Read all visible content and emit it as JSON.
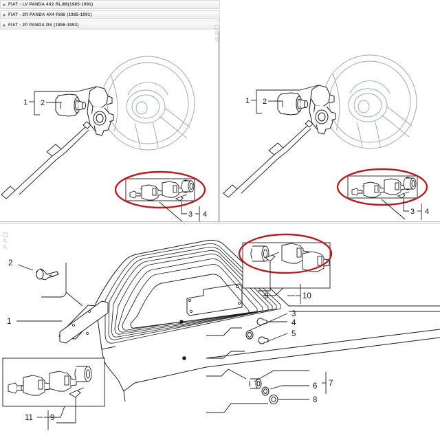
{
  "accordion": {
    "rows": [
      {
        "label": "FIAT - LV PANDA 4X2 RL/86(1985-1991)",
        "icon": "triangle-right-icon"
      },
      {
        "label": "FIAT - 2R PANDA 4X4 R/86 (1985-1991)",
        "icon": "triangle-right-icon"
      },
      {
        "label": "FIAT - 2P PANDA DS (1986-1993)",
        "icon": "triangle-right-icon"
      }
    ]
  },
  "zoom_tools": {
    "fullscreen": "fullscreen-icon",
    "zoom_in": "zoom-in-icon",
    "zoom_out": "zoom-out-icon"
  },
  "colors": {
    "line": "#1a1a1a",
    "ghost": "#97a2b2",
    "highlight": "#b01f24",
    "panel_border": "#b9b9b9",
    "header_text": "#3a3a3a"
  },
  "panels": {
    "top_left": {
      "title": "steering-column-lock-diagram",
      "callouts": [
        {
          "id": "tl-1",
          "text": "1"
        },
        {
          "id": "tl-2",
          "text": "2"
        },
        {
          "id": "tl-3",
          "text": "3"
        },
        {
          "id": "tl-4",
          "text": "4"
        }
      ],
      "highlight_ellipse": true
    },
    "top_right": {
      "title": "steering-column-lock-diagram-variant",
      "callouts": [
        {
          "id": "tr-1",
          "text": "1"
        },
        {
          "id": "tr-2",
          "text": "2"
        },
        {
          "id": "tr-3",
          "text": "3"
        },
        {
          "id": "tr-4",
          "text": "4"
        }
      ],
      "highlight_ellipse": true
    },
    "bottom": {
      "title": "tailgate-and-lock-set-diagram",
      "callouts": [
        {
          "id": "b-2",
          "text": "2"
        },
        {
          "id": "b-1",
          "text": "1"
        },
        {
          "id": "b-11",
          "text": "11"
        },
        {
          "id": "b-9l",
          "text": "9"
        },
        {
          "id": "b-9r",
          "text": "9"
        },
        {
          "id": "b-10",
          "text": "10"
        },
        {
          "id": "b-3",
          "text": "3"
        },
        {
          "id": "b-4",
          "text": "4"
        },
        {
          "id": "b-5",
          "text": "5"
        },
        {
          "id": "b-6",
          "text": "6"
        },
        {
          "id": "b-7",
          "text": "7"
        },
        {
          "id": "b-8",
          "text": "8"
        }
      ],
      "highlight_ellipse": true
    }
  }
}
